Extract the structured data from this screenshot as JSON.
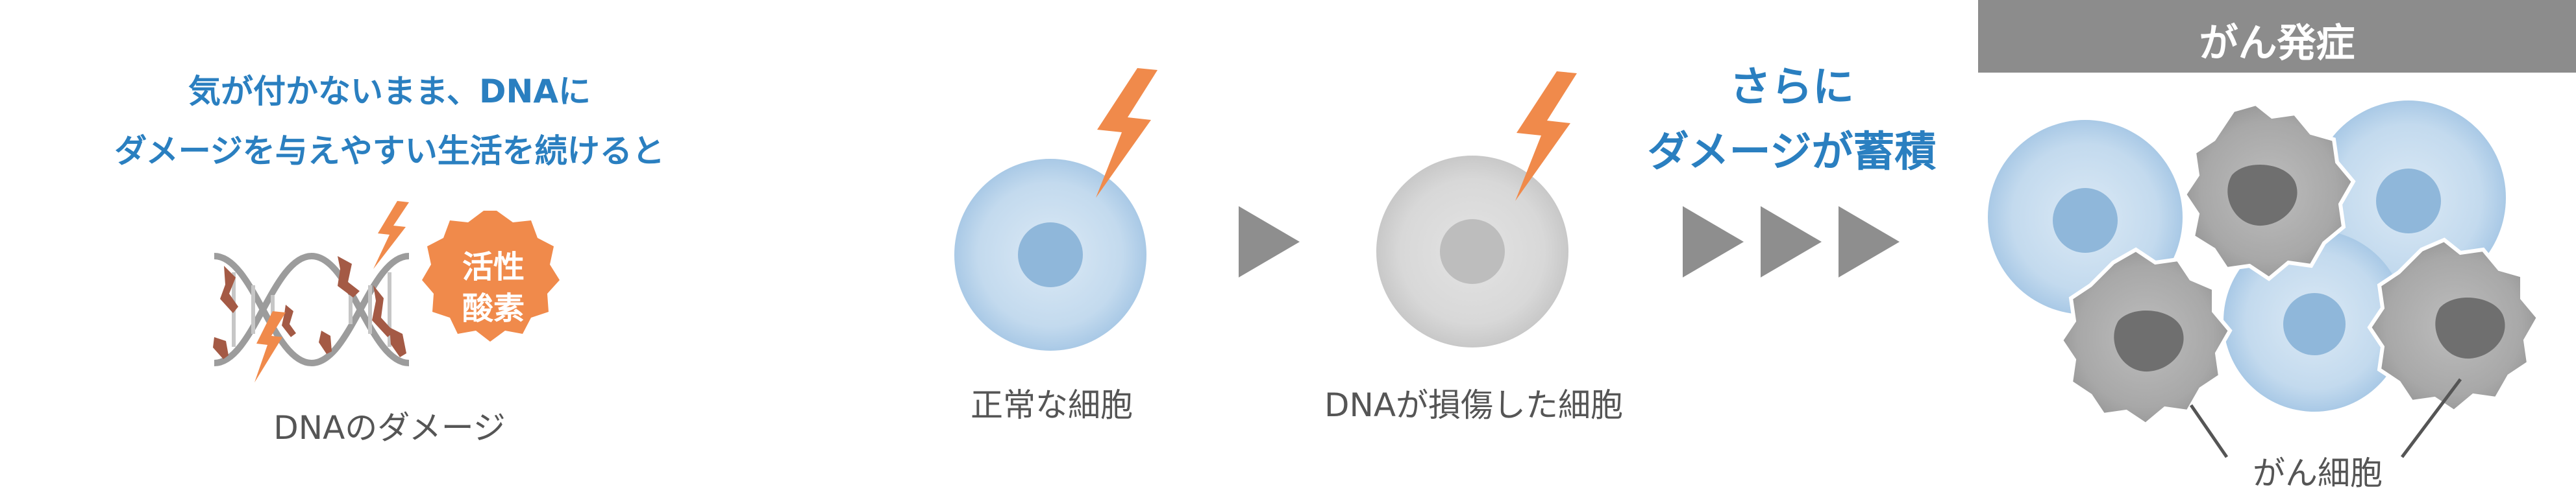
{
  "intro": {
    "line1": "気が付かないまま、DNAに",
    "line2": "ダメージを与えやすい生活を続けると"
  },
  "dna": {
    "badge_line1": "活性",
    "badge_line2": "酸素",
    "caption": "DNAのダメージ"
  },
  "cells": {
    "normal_label": "正常な細胞",
    "damaged_label": "DNAが損傷した細胞"
  },
  "accumulate": {
    "line1": "さらに",
    "line2": "ダメージが蓄積"
  },
  "cancer": {
    "header": "がん発症",
    "cell_label": "がん細胞"
  },
  "colors": {
    "blue_text": "#2a7fc0",
    "orange": "#f08a4b",
    "gray_header": "#8c8c8c",
    "arrow_gray": "#8e8e8e"
  },
  "icons": [
    "lightning-icon",
    "play-arrow-icon",
    "dna-helix-icon",
    "starburst-badge-icon"
  ]
}
